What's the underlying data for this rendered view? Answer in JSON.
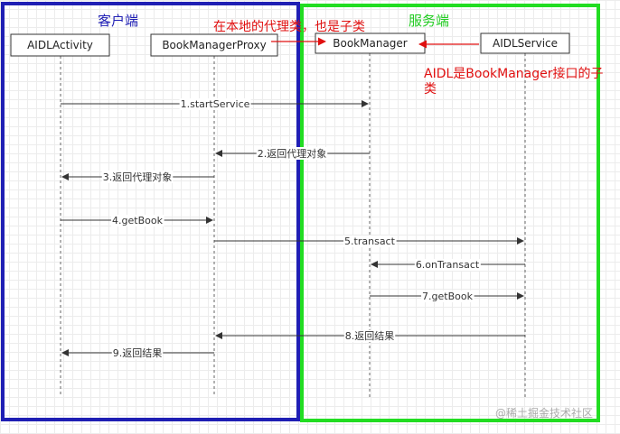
{
  "regions": {
    "client": {
      "title": "客户端",
      "color": "#1f1fb4",
      "title_color": "#1f1fb4"
    },
    "server": {
      "title": "服务端",
      "color": "#22dd22",
      "title_color": "#22cc22"
    }
  },
  "lifelines": [
    {
      "id": "aidlactivity",
      "label": "AIDLActivity"
    },
    {
      "id": "proxy",
      "label": "BookManagerProxy"
    },
    {
      "id": "bookmanager",
      "label": "BookManager"
    },
    {
      "id": "aidlservice",
      "label": "AIDLService"
    }
  ],
  "messages": [
    {
      "label": "1.startService",
      "from": "aidlactivity",
      "to": "bookmanager"
    },
    {
      "label": "2.返回代理对象",
      "from": "bookmanager",
      "to": "proxy"
    },
    {
      "label": "3.返回代理对象",
      "from": "proxy",
      "to": "aidlactivity"
    },
    {
      "label": "4.getBook",
      "from": "aidlactivity",
      "to": "proxy"
    },
    {
      "label": "5.transact",
      "from": "proxy",
      "to": "aidlservice"
    },
    {
      "label": "6.onTransact",
      "from": "aidlservice",
      "to": "bookmanager"
    },
    {
      "label": "7.getBook",
      "from": "bookmanager",
      "to": "aidlservice"
    },
    {
      "label": "8.返回结果",
      "from": "aidlservice",
      "to": "proxy"
    },
    {
      "label": "9.返回结果",
      "from": "proxy",
      "to": "aidlactivity"
    }
  ],
  "annotations": {
    "proxy_note": {
      "text": "在本地的代理类，也是子类",
      "color": "#e01010"
    },
    "aidl_note": {
      "line1": "AIDL是BookManager接口的子",
      "line2": "类",
      "color": "#e01010"
    }
  },
  "watermark": "@稀土掘金技术社区"
}
